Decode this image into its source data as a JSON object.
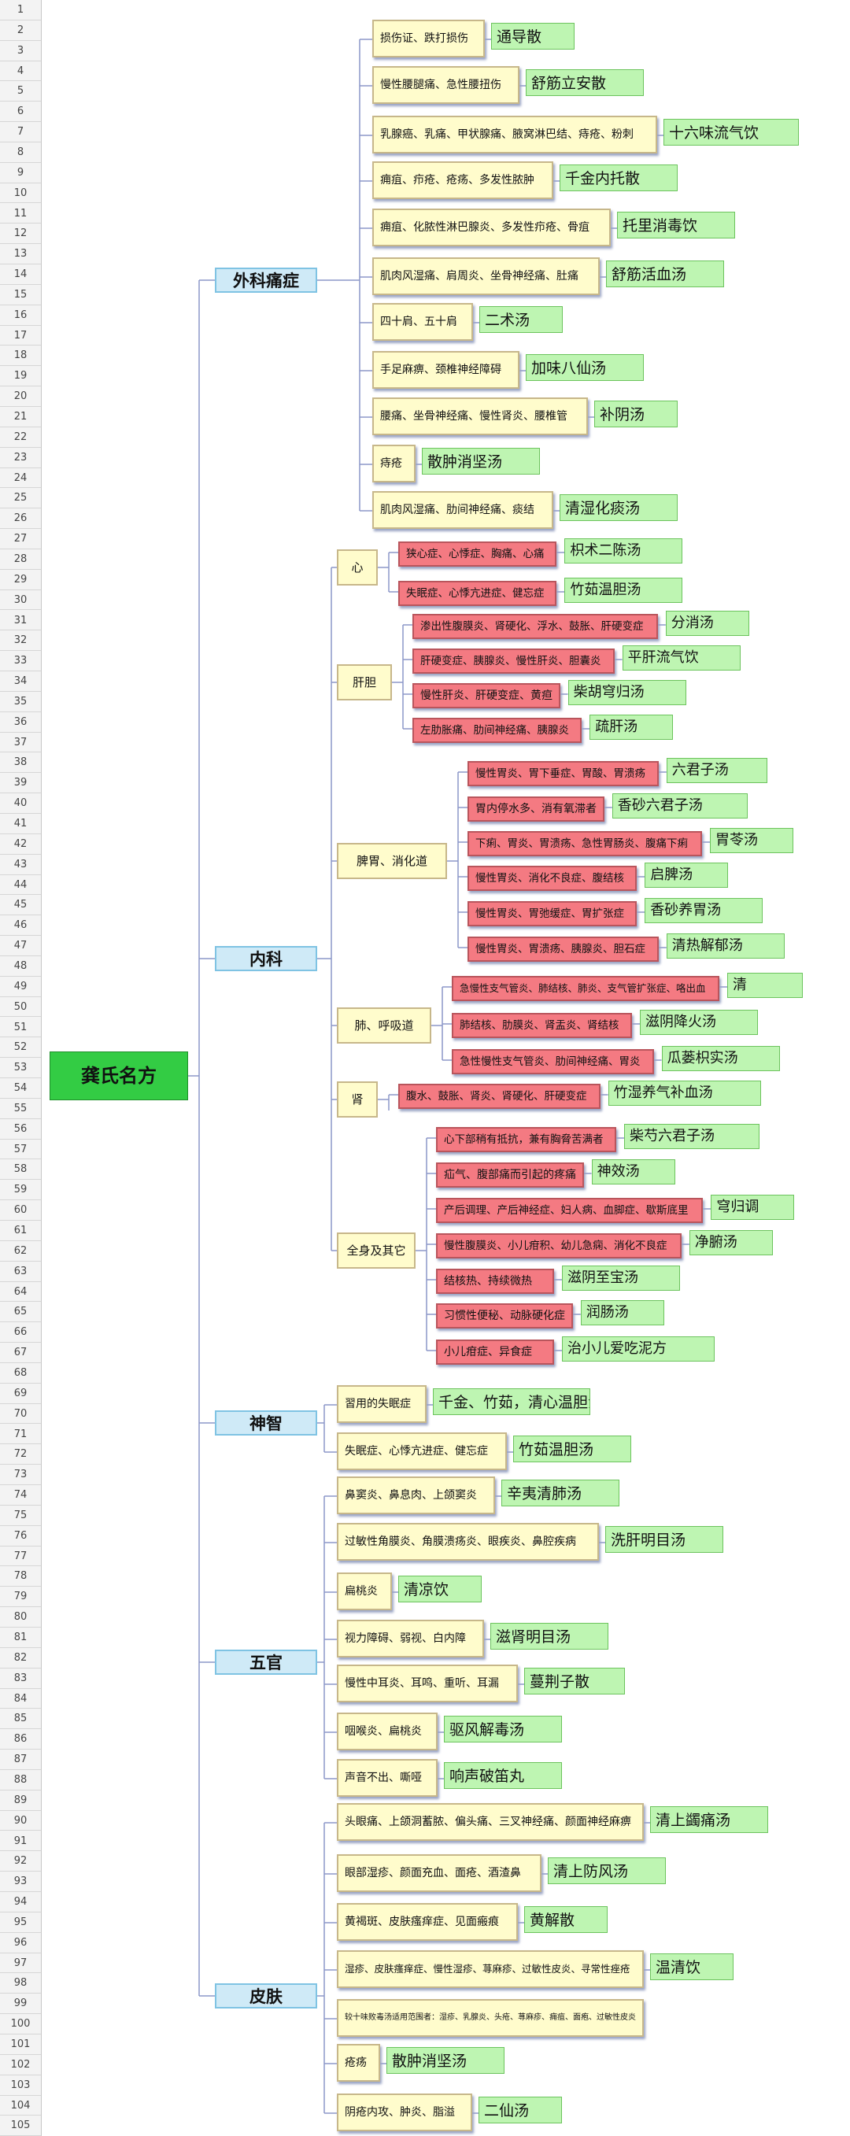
{
  "root": "龚氏名方",
  "row_numbers": [
    "1",
    "2",
    "3",
    "4",
    "5",
    "6",
    "7",
    "8",
    "9",
    "10",
    "11",
    "12",
    "13",
    "14",
    "15",
    "16",
    "17",
    "18",
    "19",
    "20",
    "21",
    "22",
    "23",
    "24",
    "25",
    "26",
    "27",
    "28",
    "29",
    "30",
    "31",
    "32",
    "33",
    "34",
    "35",
    "36",
    "37",
    "38",
    "39",
    "40",
    "41",
    "42",
    "43",
    "44",
    "45",
    "46",
    "47",
    "48",
    "49",
    "50",
    "51",
    "52",
    "53",
    "54",
    "55",
    "56",
    "57",
    "58",
    "59",
    "60",
    "61",
    "62",
    "63",
    "64",
    "65",
    "66",
    "67",
    "68",
    "69",
    "70",
    "71",
    "72",
    "73",
    "74",
    "75",
    "76",
    "77",
    "78",
    "79",
    "80",
    "81",
    "82",
    "83",
    "84",
    "85",
    "86",
    "87",
    "88",
    "89",
    "90",
    "91",
    "92",
    "93",
    "94",
    "95",
    "96",
    "97",
    "98",
    "99",
    "100",
    "101",
    "102",
    "103",
    "104",
    "105"
  ],
  "categories": {
    "surgery": "外科痛症",
    "internal": "内科",
    "mind": "神智",
    "senses": "五官",
    "skin": "皮肤"
  },
  "surgery": [
    {
      "symptom": "损伤证、跌打损伤",
      "rx": "通导散"
    },
    {
      "symptom": "慢性腰腿痛、急性腰扭伤",
      "rx": "舒筋立安散"
    },
    {
      "symptom": "乳腺癌、乳痛、甲状腺痛、腋窝淋巴结、痔疮、粉刺",
      "rx": "十六味流气饮"
    },
    {
      "symptom": "痈疽、疖疮、疮疡、多发性脓肿",
      "rx": "千金内托散"
    },
    {
      "symptom": "痈疽、化脓性淋巴腺炎、多发性疖疮、骨疽",
      "rx": "托里消毒饮"
    },
    {
      "symptom": "肌肉风湿痛、肩周炎、坐骨神经痛、肚痛",
      "rx": "舒筋活血汤"
    },
    {
      "symptom": "四十肩、五十肩",
      "rx": "二术汤"
    },
    {
      "symptom": "手足麻痹、颈椎神经障碍",
      "rx": "加味八仙汤"
    },
    {
      "symptom": "腰痛、坐骨神经痛、慢性肾炎、腰椎管",
      "rx": "补阴汤"
    },
    {
      "symptom": "痔疮",
      "rx": "散肿消坚汤"
    },
    {
      "symptom": "肌肉风湿痛、肋间神经痛、痰结",
      "rx": "清湿化痰汤"
    }
  ],
  "internal": {
    "heart": {
      "label": "心",
      "items": [
        {
          "symptom": "狭心症、心悸症、胸痛、心痛",
          "rx": "枳术二陈汤"
        },
        {
          "symptom": "失眠症、心悸亢进症、健忘症",
          "rx": "竹茹温胆汤"
        }
      ]
    },
    "liver": {
      "label": "肝胆",
      "items": [
        {
          "symptom": "渗出性腹膜炎、肾硬化、浮水、鼓胀、肝硬变症",
          "rx": "分消汤"
        },
        {
          "symptom": "肝硬变症、胰腺炎、慢性肝炎、胆囊炎",
          "rx": "平肝流气饮"
        },
        {
          "symptom": "慢性肝炎、肝硬变症、黄疸",
          "rx": "柴胡穹归汤"
        },
        {
          "symptom": "左肋胀痛、肋间神经痛、胰腺炎",
          "rx": "疏肝汤"
        }
      ]
    },
    "spleen": {
      "label": "脾胃、消化道",
      "items": [
        {
          "symptom": "慢性胃炎、胃下垂症、胃酸、胃溃疡",
          "rx": "六君子汤"
        },
        {
          "symptom": "胃内停水多、消有氧滞者",
          "rx": "香砂六君子汤"
        },
        {
          "symptom": "下痢、胃炎、胃溃疡、急性胃肠炎、腹痛下痢",
          "rx": "胃苓汤"
        },
        {
          "symptom": "慢性胃炎、消化不良症、腹结核",
          "rx": "启脾汤"
        },
        {
          "symptom": "慢性胃炎、胃弛缓症、胃扩张症",
          "rx": "香砂养胃汤"
        },
        {
          "symptom": "慢性胃炎、胃溃疡、胰腺炎、胆石症",
          "rx": "清热解郁汤"
        }
      ]
    },
    "lung": {
      "label": "肺、呼吸道",
      "items": [
        {
          "symptom": "急慢性支气管炎、肺结核、肺炎、支气管扩张症、咯出血",
          "rx": "清"
        },
        {
          "symptom": "肺结核、肋膜炎、肾盂炎、肾结核",
          "rx": "滋阴降火汤"
        },
        {
          "symptom": "急性慢性支气管炎、肋间神经痛、胃炎",
          "rx": "瓜蒌枳实汤"
        }
      ]
    },
    "kidney": {
      "label": "肾",
      "items": [
        {
          "symptom": "腹水、鼓胀、肾炎、肾硬化、肝硬变症",
          "rx": "竹湿养气补血汤"
        }
      ]
    },
    "whole": {
      "label": "全身及其它",
      "items": [
        {
          "symptom": "心下部稍有抵抗，兼有胸脅苦满者",
          "rx": "柴芍六君子汤"
        },
        {
          "symptom": "疝气、腹部痛而引起的疼痛",
          "rx": "神效汤"
        },
        {
          "symptom": "产后调理、产后神经症、妇人病、血脚症、歇斯底里",
          "rx": "穹归调"
        },
        {
          "symptom": "慢性腹膜炎、小儿疳积、幼儿急痫、消化不良症",
          "rx": "净腑汤"
        },
        {
          "symptom": "结核热、持续微热",
          "rx": "滋阴至宝汤"
        },
        {
          "symptom": "习惯性便秘、动脉硬化症",
          "rx": "润肠汤"
        },
        {
          "symptom": "小儿疳症、异食症",
          "rx": "治小儿爱吃泥方"
        }
      ]
    }
  },
  "mind": [
    {
      "symptom": "習用的失眠症",
      "rx": "千金、竹茹，清心温胆汤"
    },
    {
      "symptom": "失眠症、心悸亢进症、健忘症",
      "rx": "竹茹温胆汤"
    }
  ],
  "senses": [
    {
      "symptom": "鼻窦炎、鼻息肉、上颌窦炎",
      "rx": "辛夷清肺汤"
    },
    {
      "symptom": "过敏性角膜炎、角膜溃疡炎、眼疾炎、鼻腔疾病",
      "rx": "洗肝明目汤"
    },
    {
      "symptom": "扁桃炎",
      "rx": "清凉饮"
    },
    {
      "symptom": "视力障碍、弱视、白内障",
      "rx": "滋肾明目汤"
    },
    {
      "symptom": "慢性中耳炎、耳鸣、重听、耳漏",
      "rx": "蔓荆子散"
    },
    {
      "symptom": "咽喉炎、扁桃炎",
      "rx": "驱风解毒汤"
    },
    {
      "symptom": "声音不出、嘶哑",
      "rx": "响声破笛丸"
    }
  ],
  "skin": [
    {
      "symptom": "头眼痛、上颌洞蓄脓、偏头痛、三叉神经痛、颜面神经麻痹",
      "rx": "清上蠲痛汤"
    },
    {
      "symptom": "眼部湿疹、颜面充血、面疮、酒渣鼻",
      "rx": "清上防风汤"
    },
    {
      "symptom": "黄褐斑、皮肤瘙痒症、见面瘢痕",
      "rx": "黄解散"
    },
    {
      "symptom": "湿疹、皮肤瘙痒症、慢性湿疹、荨麻疹、过敏性皮炎、寻常性痤疮",
      "rx": "温清饮"
    },
    {
      "symptom": "较十味败毒汤适用范围者：湿疹、乳腺炎、头疮、荨麻疹、痈疽、面疱、过敏性皮炎",
      "rx": ""
    },
    {
      "symptom": "疮疡",
      "rx": "散肿消坚汤"
    },
    {
      "symptom": "阴疮内攻、肿炎、脂溢",
      "rx": "二仙汤"
    }
  ]
}
